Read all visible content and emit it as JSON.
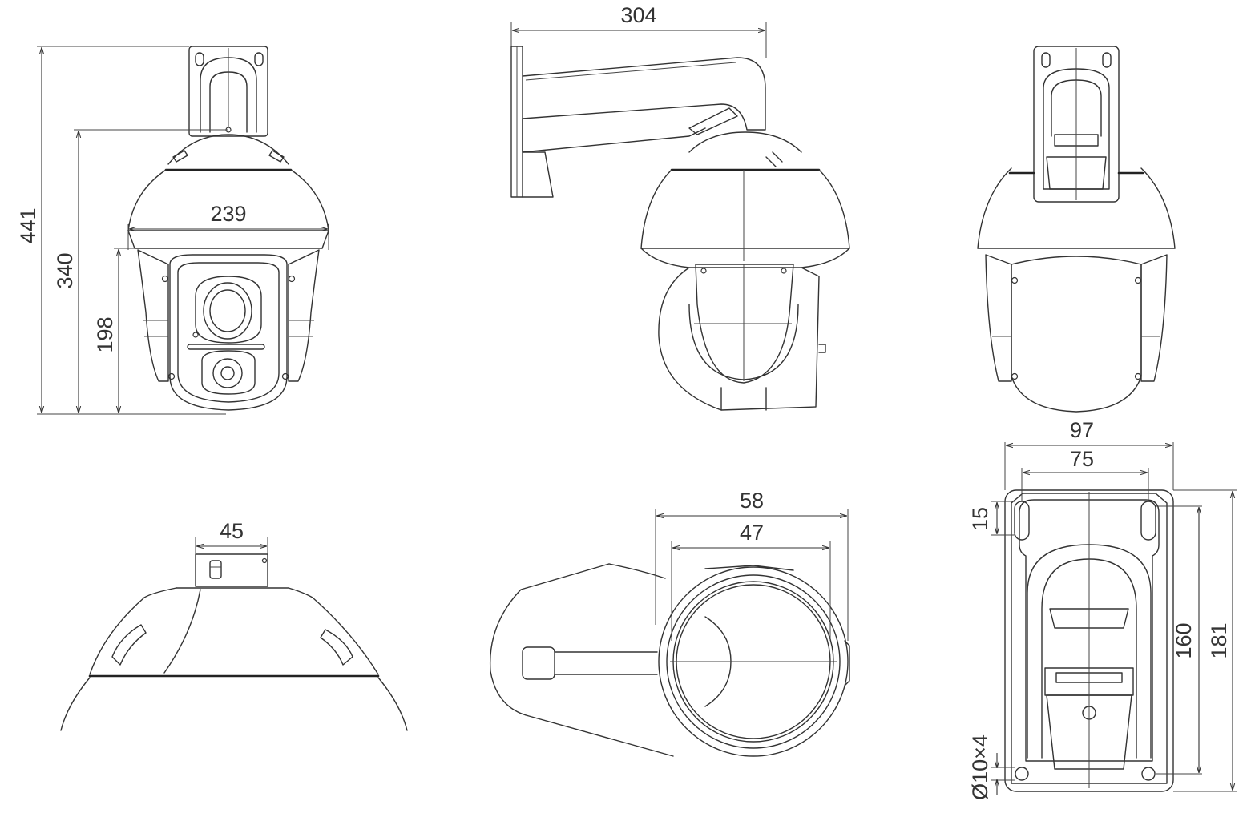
{
  "dimensions": {
    "front_total_height": "441",
    "front_bracket_height": "340",
    "front_head_height": "198",
    "front_width": "239",
    "arm_length": "304",
    "top_width": "45",
    "bottom_outer": "58",
    "bottom_inner": "47",
    "plate_width": "97",
    "plate_hole_spacing": "75",
    "plate_slot": "15",
    "plate_hole_vertical": "160",
    "plate_height": "181",
    "plate_holes": "Ø10×4"
  }
}
